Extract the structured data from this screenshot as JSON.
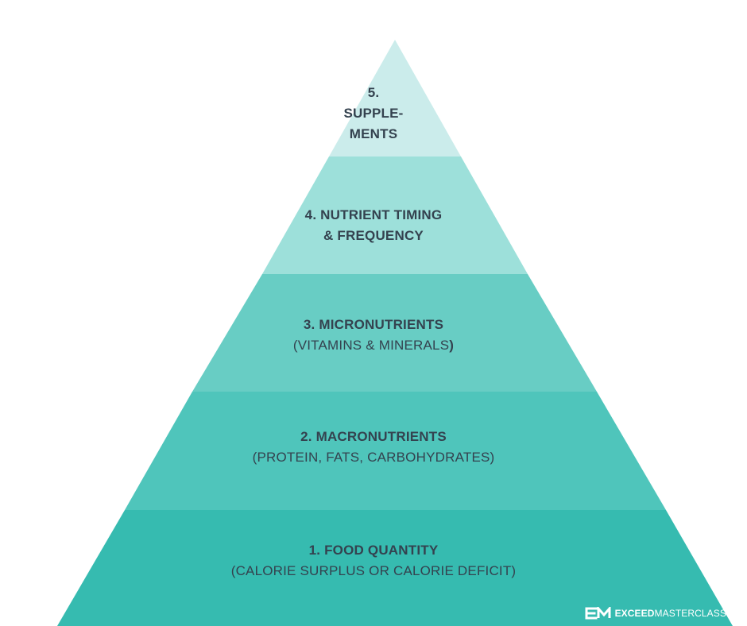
{
  "colors": {
    "tier5": "#cbeceb",
    "tier4": "#9de0da",
    "tier3": "#68cdc4",
    "tier2": "#4fc5bb",
    "tier1": "#36bbb0",
    "text": "#34424f",
    "brand_text": "#ffffff"
  },
  "tiers": [
    {
      "title": "1. FOOD QUANTITY",
      "subtitle": "(CALORIE SURPLUS OR CALORIE DEFICIT)"
    },
    {
      "title": "2. MACRONUTRIENTS",
      "subtitle": "(PROTEIN, FATS, CARBOHYDRATES)"
    },
    {
      "title": "3. MICRONUTRIENTS",
      "subtitle_main": "(VITAMINS & MINERALS",
      "subtitle_end": ")"
    },
    {
      "title_line1": "4. NUTRIENT TIMING",
      "title_line2": "& FREQUENCY"
    },
    {
      "title_line1": "5.",
      "title_line2": "SUPPLE-",
      "title_line3": "MENTS"
    }
  ],
  "brand": {
    "icon": "em-logo-icon",
    "strong": "EXCEED",
    "light": "MASTERCLASS"
  }
}
